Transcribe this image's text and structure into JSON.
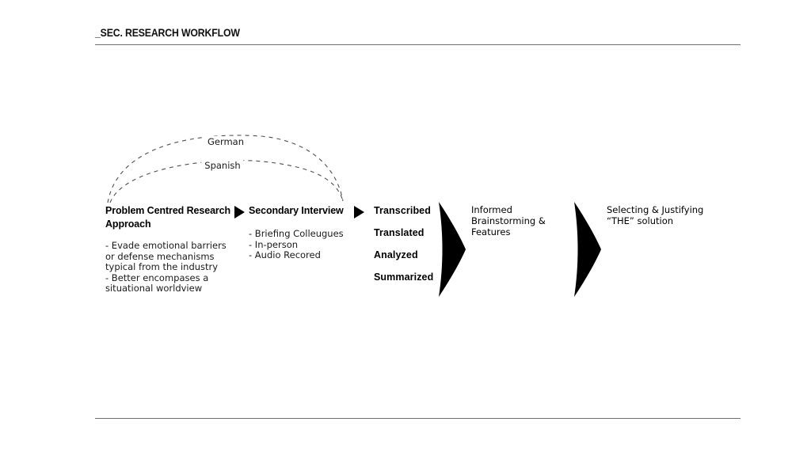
{
  "slide": {
    "title": "_SEC. RESEARCH WORKFLOW",
    "accent_color": "#000000",
    "rule_color": "#6e6e73",
    "background_color": "#ffffff"
  },
  "arcs": [
    {
      "label": "German",
      "name": "arc-label-german"
    },
    {
      "label": "Spanish",
      "name": "arc-label-spanish"
    }
  ],
  "stages": [
    {
      "title": "Problem Centred Research Approach",
      "body": "- Evade emotional barriers or defense mechanisms typical from the industry\n-  Better encompases a\n   situational worldview"
    },
    {
      "title": "Secondary Interview",
      "body": "- Briefing Colleugues\n- In-person\n- Audio Recored"
    },
    {
      "title": "",
      "words": [
        "Transcribed",
        "Translated",
        "Analyzed",
        "Summarized"
      ]
    },
    {
      "title": "Informed Brainstorming & Features",
      "body": ""
    },
    {
      "title": "Selecting & Justifying “THE” solution",
      "body": ""
    }
  ]
}
